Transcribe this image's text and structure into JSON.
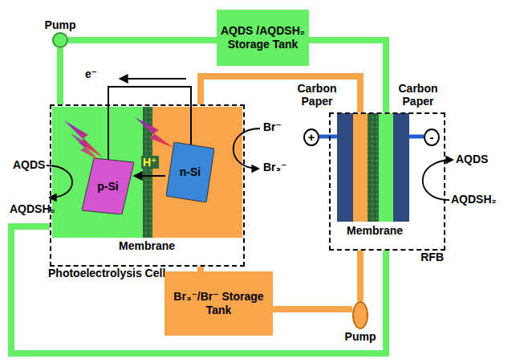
{
  "diagram": {
    "nodes": [
      {
        "text": [
          "Pump"
        ]
      },
      {
        "text": [
          "AQDS /AQDSH₂ Storage Tank"
        ]
      },
      {
        "text": [
          "Photoelectrolysis Cell"
        ]
      },
      {
        "text": [
          "p-Si"
        ],
        "in": 2
      },
      {
        "text": [
          "n-Si"
        ],
        "in": 2
      },
      {
        "text": [
          "RFB"
        ]
      },
      {
        "text": [
          "Br₃⁻/Br⁻ Storage Tank"
        ]
      },
      {
        "text": [
          "Pump"
        ]
      },
      {
        "text": [
          "+"
        ]
      },
      {
        "text": [
          "-"
        ]
      }
    ],
    "edges": [
      {
        "from": 2,
        "to": 0,
        "arrow": "none"
      },
      {
        "from": 0,
        "to": 1,
        "arrow": "none"
      },
      {
        "from": 1,
        "to": 5,
        "arrow": "none"
      },
      {
        "from": 5,
        "to": 2,
        "arrow": "none"
      },
      {
        "from": 2,
        "to": 5,
        "arrow": "none"
      },
      {
        "from": 5,
        "to": 7,
        "arrow": "none"
      },
      {
        "from": 7,
        "to": 6,
        "arrow": "none"
      },
      {
        "from": 6,
        "to": 2,
        "arrow": "none"
      }
    ],
    "labels": [
      "e⁻",
      "H⁺",
      "AQDS",
      "AQDSH₂",
      "Br⁻",
      "Br₃⁻",
      "Carbon Paper",
      "Carbon Paper",
      "Membrane",
      "AQDS",
      "AQDSH₂",
      "Membrane"
    ]
  }
}
